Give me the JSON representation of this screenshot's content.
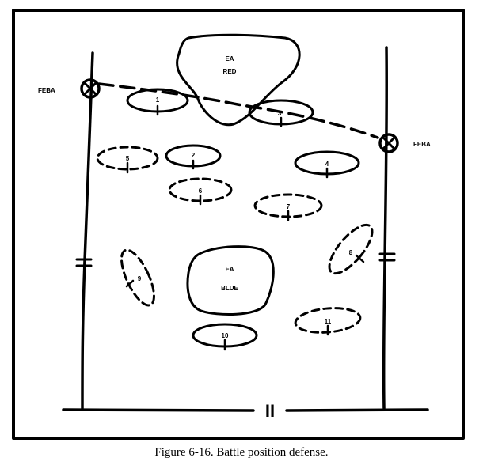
{
  "figure": {
    "feba_left": "FEBA",
    "feba_right": "FEBA",
    "ea_red": {
      "line1": "EA",
      "line2": "RED"
    },
    "ea_blue": {
      "line1": "EA",
      "line2": "BLUE"
    },
    "bottom_boundary_symbol": "II",
    "side_boundary_symbol": "=",
    "positions": [
      {
        "number": "1",
        "style": "solid"
      },
      {
        "number": "2",
        "style": "solid"
      },
      {
        "number": "3",
        "style": "solid"
      },
      {
        "number": "4",
        "style": "solid"
      },
      {
        "number": "5",
        "style": "dashed"
      },
      {
        "number": "6",
        "style": "dashed"
      },
      {
        "number": "7",
        "style": "dashed"
      },
      {
        "number": "8",
        "style": "dashed"
      },
      {
        "number": "9",
        "style": "dashed"
      },
      {
        "number": "10",
        "style": "solid"
      },
      {
        "number": "11",
        "style": "dashed"
      }
    ]
  },
  "caption": "Figure 6-16.  Battle position defense."
}
